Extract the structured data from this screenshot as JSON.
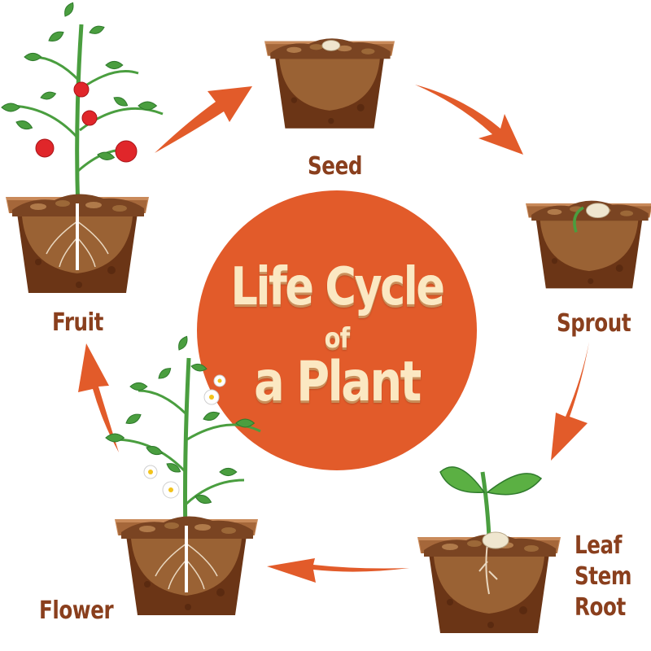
{
  "diagram": {
    "title": {
      "line1": "Life Cycle",
      "line2": "of",
      "line3": "a Plant"
    },
    "stages": [
      {
        "id": "seed",
        "label": "Seed"
      },
      {
        "id": "sprout",
        "label": "Sprout"
      },
      {
        "id": "seedling",
        "label_lines": [
          "Leaf",
          "Stem",
          "Root"
        ]
      },
      {
        "id": "flower",
        "label": "Flower"
      },
      {
        "id": "fruit",
        "label": "Fruit"
      }
    ],
    "arrows": [
      {
        "from": "fruit",
        "to": "seed"
      },
      {
        "from": "seed",
        "to": "sprout"
      },
      {
        "from": "sprout",
        "to": "seedling"
      },
      {
        "from": "seedling",
        "to": "flower"
      },
      {
        "from": "flower",
        "to": "fruit"
      }
    ],
    "colors": {
      "circle": "#e25b2a",
      "arrow": "#e25b2a",
      "label_text": "#8a3f1d",
      "title_text": "#fbe8c2",
      "pot_outer": "#6b3516",
      "pot_inner": "#8b5a2b",
      "leaf": "#4a9e3f",
      "fruit": "#e0262a"
    }
  }
}
